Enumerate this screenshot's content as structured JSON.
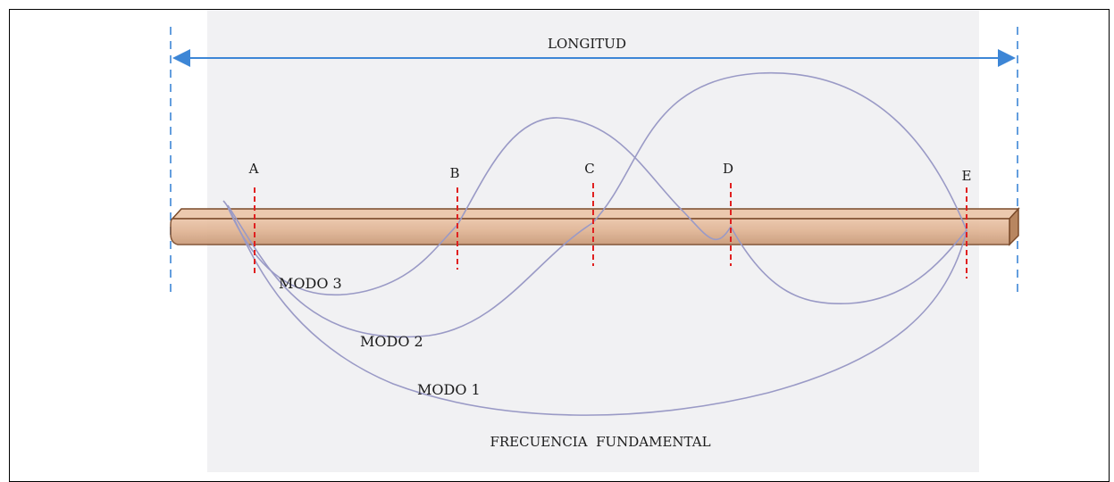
{
  "diagram": {
    "length_label": "LONGITUD",
    "fundamental_label": "FRECUENCIA  FUNDAMENTAL",
    "points": [
      {
        "id": "A",
        "label": "A"
      },
      {
        "id": "B",
        "label": "B"
      },
      {
        "id": "C",
        "label": "C"
      },
      {
        "id": "D",
        "label": "D"
      },
      {
        "id": "E",
        "label": "E"
      }
    ],
    "modes": [
      {
        "id": "modo-1",
        "label": "MODO 1"
      },
      {
        "id": "modo-2",
        "label": "MODO 2"
      },
      {
        "id": "modo-3",
        "label": "MODO 3"
      }
    ],
    "colors": {
      "beam_fill": "#e0b79a",
      "beam_stroke": "#7a4a2a",
      "dimension_line": "#3d86d6",
      "node_marker": "#e02020",
      "mode_curve": "#9a9ac6",
      "background_panel": "#f1f1f3"
    }
  }
}
